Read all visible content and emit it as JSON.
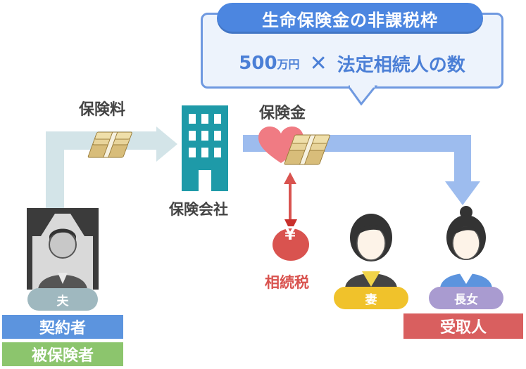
{
  "callout": {
    "title": "生命保険金の非課税枠",
    "amount": "500",
    "unit": "万円",
    "times": "✕",
    "factor": "法定相続人の数"
  },
  "premium_label": "保険料",
  "payout_label": "保険金",
  "insurer_label": "保険会社",
  "tax_label": "相続税",
  "tax_symbol": "¥",
  "husband": {
    "name": "夫",
    "role_contractor": "契約者",
    "role_insured": "被保険者"
  },
  "wife": {
    "name": "妻"
  },
  "daughter": {
    "name": "長女",
    "role": "受取人"
  },
  "colors": {
    "blue": "#4c86e0",
    "light_blue": "#9dbcee",
    "teal": "#1e9aa8",
    "red": "#d9534f",
    "green": "#8cc56d",
    "yellow": "#f0c22b",
    "purple": "#a99bd0",
    "gray_pill": "#9fb8bf"
  },
  "icons": [
    "building-icon",
    "money-bundle-icon",
    "heart-icon",
    "yen-bag-icon",
    "arrow-icon",
    "person-icon"
  ]
}
